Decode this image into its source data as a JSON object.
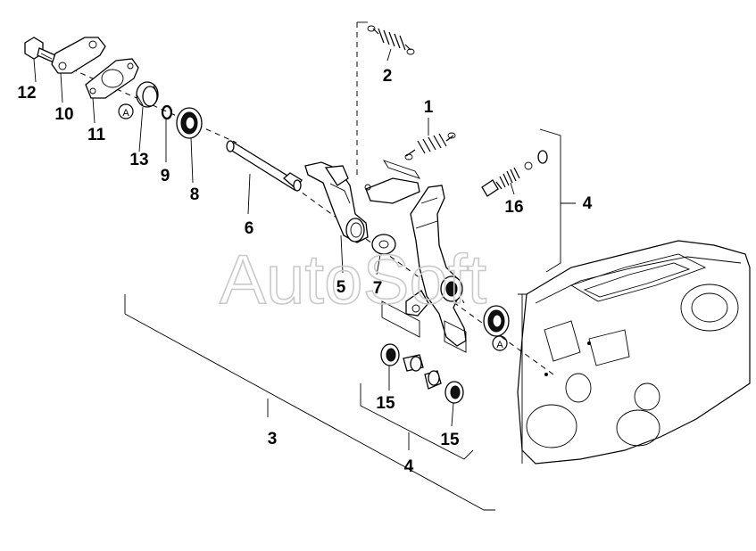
{
  "watermark": "AutoSoft",
  "circle_marker": "A",
  "callouts": [
    {
      "id": "c1",
      "text": "1"
    },
    {
      "id": "c2",
      "text": "2"
    },
    {
      "id": "c3",
      "text": "3"
    },
    {
      "id": "c4a",
      "text": "4"
    },
    {
      "id": "c4b",
      "text": "4"
    },
    {
      "id": "c5",
      "text": "5"
    },
    {
      "id": "c6",
      "text": "6"
    },
    {
      "id": "c7",
      "text": "7"
    },
    {
      "id": "c8",
      "text": "8"
    },
    {
      "id": "c9",
      "text": "9"
    },
    {
      "id": "c10",
      "text": "10"
    },
    {
      "id": "c11",
      "text": "11"
    },
    {
      "id": "c12",
      "text": "12"
    },
    {
      "id": "c13",
      "text": "13"
    },
    {
      "id": "c15a",
      "text": "15"
    },
    {
      "id": "c15b",
      "text": "15"
    },
    {
      "id": "c16",
      "text": "16"
    }
  ]
}
